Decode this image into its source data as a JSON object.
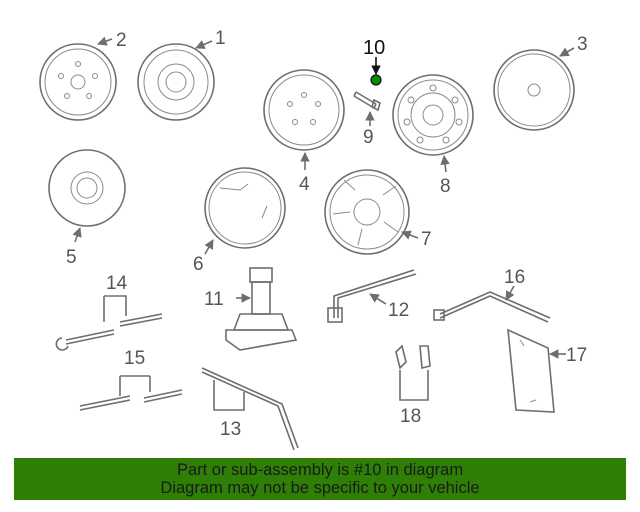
{
  "callouts": {
    "c1": "1",
    "c2": "2",
    "c3": "3",
    "c4": "4",
    "c5": "5",
    "c6": "6",
    "c7": "7",
    "c8": "8",
    "c9": "9",
    "c10": "10",
    "c11": "11",
    "c12": "12",
    "c13": "13",
    "c14": "14",
    "c15": "15",
    "c16": "16",
    "c17": "17",
    "c18": "18"
  },
  "banner": {
    "line1": "Part or sub-assembly is #10 in diagram",
    "line2": "Diagram may not be specific to your vehicle"
  },
  "colors": {
    "banner_bg": "#2f7f06",
    "line": "#6e6e6e",
    "highlight_part": "#0a8a0a"
  }
}
